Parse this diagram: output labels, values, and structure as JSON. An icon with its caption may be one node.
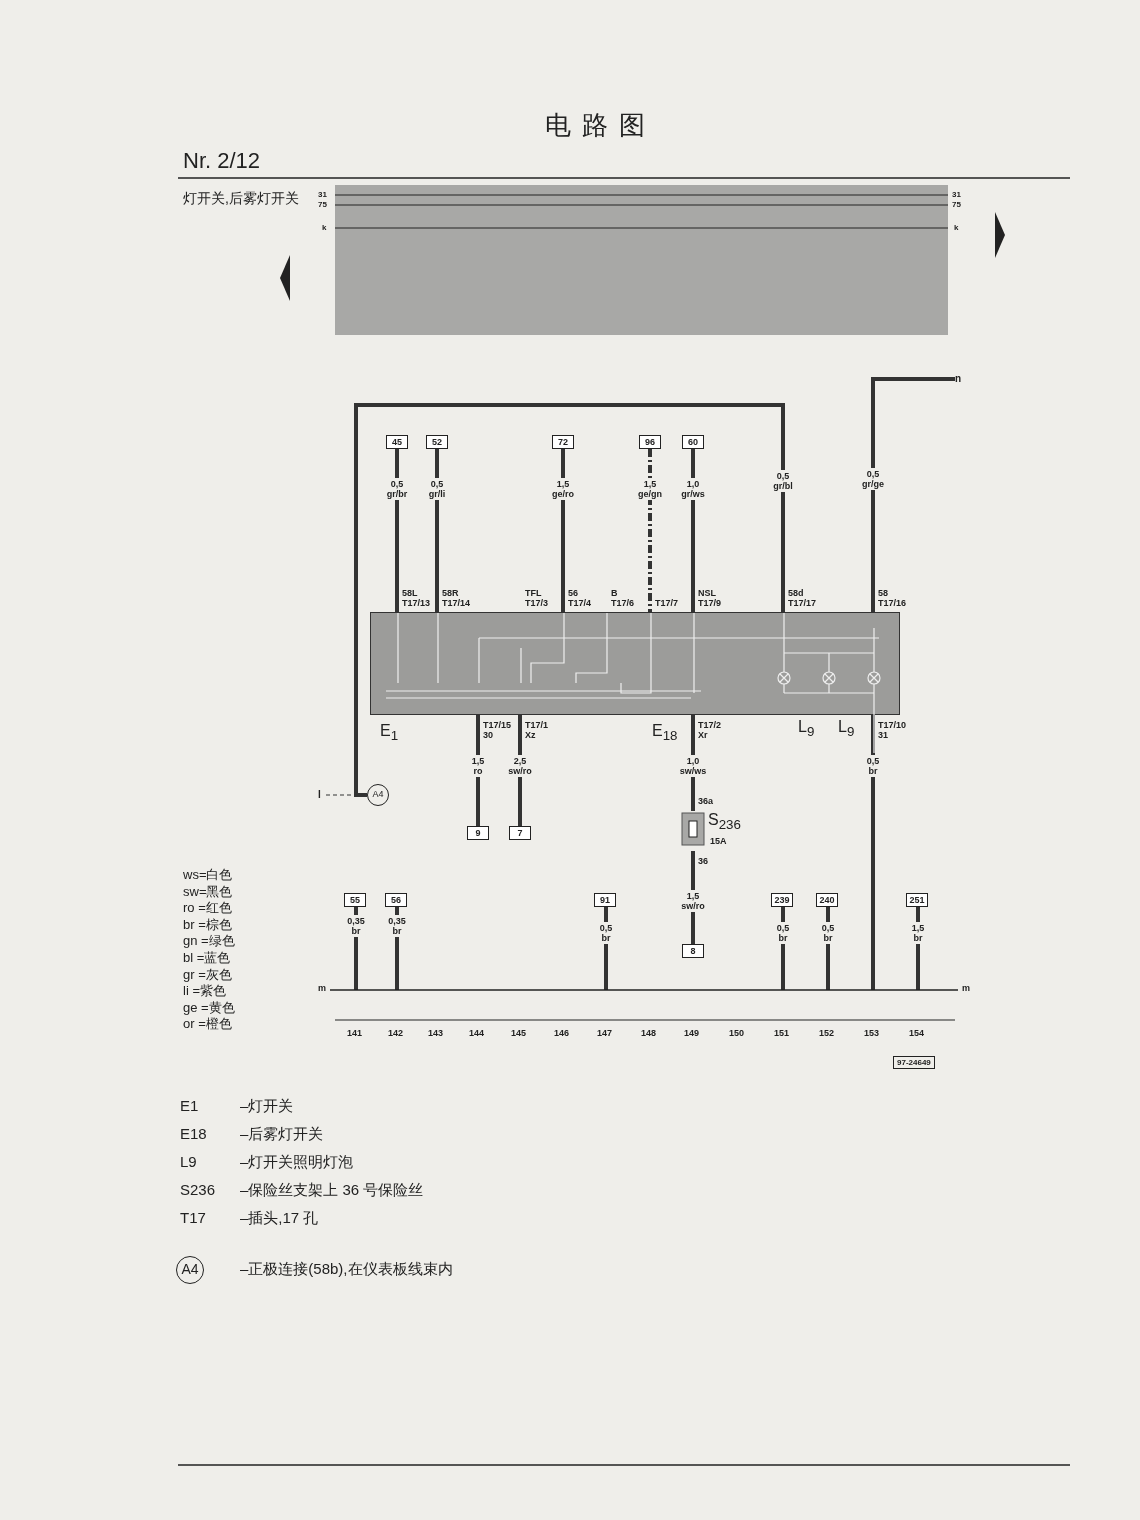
{
  "diagram": {
    "title": "电 路 图",
    "nodes": [
      {
        "text": [],
        "shape": "box"
      },
      {
        "text": [
          "45"
        ]
      },
      {
        "text": [
          "52"
        ]
      },
      {
        "text": [
          "72"
        ]
      },
      {
        "text": [
          "96"
        ]
      },
      {
        "text": [
          "60"
        ]
      },
      {
        "text": [
          "9"
        ]
      },
      {
        "text": [
          "7"
        ]
      },
      {
        "text": [
          "8"
        ]
      },
      {
        "text": [
          "S$_{236}$",
          "15A"
        ]
      },
      {
        "text": [
          "A4"
        ]
      },
      {
        "text": [
          "55"
        ]
      },
      {
        "text": [
          "56"
        ]
      },
      {
        "text": [
          "91"
        ]
      },
      {
        "text": [
          "239"
        ]
      },
      {
        "text": [
          "240"
        ]
      },
      {
        "text": [
          "251"
        ]
      },
      {
        "text": [
          "m",
          "m"
        ]
      },
      {
        "text": [
          "n"
        ]
      },
      {
        "text": [
          "l"
        ]
      }
    ],
    "edges": [
      {
        "from": 1,
        "to": 0,
        "arrow": "none",
        "label": "0,5 gr/br"
      },
      {
        "from": 2,
        "to": 0,
        "arrow": "none",
        "label": "0,5 gr/li"
      },
      {
        "from": 3,
        "to": 0,
        "arrow": "none",
        "label": "1,5 ge/ro"
      },
      {
        "from": 4,
        "to": 0,
        "arrow": "none",
        "label": "1,5 ge/gn",
        "style": "dashed"
      },
      {
        "from": 5,
        "to": 0,
        "arrow": "none",
        "label": "1,0 gr/ws"
      },
      {
        "from": 10,
        "to": 0,
        "arrow": "none",
        "label": "0,5 gr/bl"
      },
      {
        "from": 18,
        "to": 0,
        "arrow": "none",
        "label": "0,5 gr/ge"
      },
      {
        "from": 0,
        "to": 6,
        "arrow": "none",
        "label": "1,5 ro"
      },
      {
        "from": 0,
        "to": 7,
        "arrow": "none",
        "label": "2,5 sw/ro"
      },
      {
        "from": 0,
        "to": 9,
        "arrow": "none",
        "label": "1,0 sw/ws"
      },
      {
        "from": 9,
        "to": 8,
        "arrow": "none",
        "label": "1,5 sw/ro"
      },
      {
        "from": 0,
        "to": 17,
        "arrow": "none",
        "label": "0,5 br"
      },
      {
        "from": 11,
        "to": 17,
        "arrow": "none",
        "label": "0,35 br"
      },
      {
        "from": 12,
        "to": 17,
        "arrow": "none",
        "label": "0,35 br"
      },
      {
        "from": 13,
        "to": 17,
        "arrow": "none",
        "label": "0,5 br"
      },
      {
        "from": 14,
        "to": 17,
        "arrow": "none",
        "label": "0,5 br"
      },
      {
        "from": 15,
        "to": 17,
        "arrow": "none",
        "label": "0,5 br"
      },
      {
        "from": 16,
        "to": 17,
        "arrow": "none",
        "label": "1,5 br"
      },
      {
        "from": 19,
        "to": 10,
        "arrow": "none",
        "style": "dashed"
      }
    ],
    "labels": [
      "Nr. 2/12",
      "灯开关,后雾灯开关",
      "31",
      "75",
      "k",
      "31",
      "75",
      "k",
      "58L T17/13",
      "58R T17/14",
      "TFL T17/3",
      "56 T17/4",
      "B T17/6",
      "T17/7",
      "NSL T17/9",
      "58d T17/17",
      "58 T17/16",
      "T17/15 30",
      "T17/1 Xz",
      "T17/2 Xr",
      "T17/10 31",
      "36a",
      "36",
      "E$_{1}$",
      "E$_{18}$",
      "L$_{9}$",
      "L$_{9}$",
      "141",
      "142",
      "143",
      "144",
      "145",
      "146",
      "147",
      "148",
      "149",
      "150",
      "151",
      "152",
      "153",
      "154",
      "97-24649",
      "ws=白色",
      "sw=黑色",
      "ro =红色",
      "br =棕色",
      "gn =绿色",
      "bl =蓝色",
      "gr =灰色",
      "li =紫色",
      "ge =黄色",
      "or =橙色",
      "E1",
      "–灯开关",
      "E18",
      "–后雾灯开关",
      "L9",
      "–灯开关照明灯泡",
      "S236",
      "–保险丝支架上 36 号保险丝",
      "T17",
      "–插头,17 孔",
      "A4",
      "–正极连接(58b),在仪表板线束内"
    ]
  }
}
